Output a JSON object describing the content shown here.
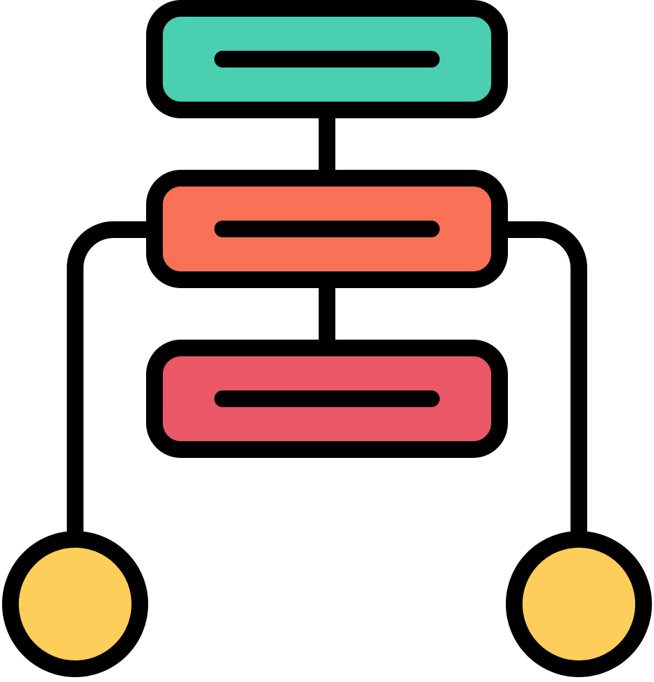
{
  "icon": {
    "name": "flowchart-hierarchy-icon",
    "stroke_color": "#000000",
    "background_color": "#ffffff",
    "nodes": [
      {
        "id": "top-box",
        "shape": "rounded-rectangle",
        "fill": "#4ACFB0"
      },
      {
        "id": "middle-box",
        "shape": "rounded-rectangle",
        "fill": "#F97156"
      },
      {
        "id": "bottom-box",
        "shape": "rounded-rectangle",
        "fill": "#EA5767"
      },
      {
        "id": "left-circle",
        "shape": "circle",
        "fill": "#FECE5A"
      },
      {
        "id": "right-circle",
        "shape": "circle",
        "fill": "#FECE5A"
      }
    ],
    "edges": [
      {
        "from": "top-box",
        "to": "middle-box"
      },
      {
        "from": "middle-box",
        "to": "bottom-box"
      },
      {
        "from": "middle-box",
        "to": "left-circle"
      },
      {
        "from": "middle-box",
        "to": "right-circle"
      }
    ]
  }
}
